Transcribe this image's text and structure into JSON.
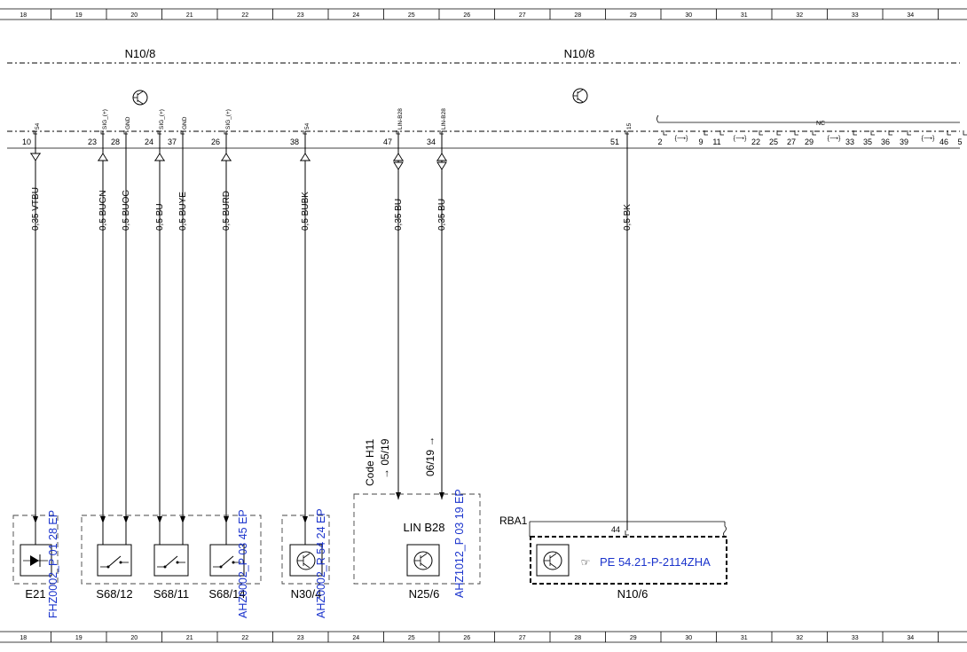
{
  "ruler": [
    "18",
    "19",
    "20",
    "21",
    "22",
    "23",
    "24",
    "25",
    "26",
    "27",
    "28",
    "29",
    "30",
    "31",
    "32",
    "33",
    "34"
  ],
  "headers": {
    "left": "N10/8",
    "right": "N10/8"
  },
  "pins": [
    {
      "num": "10",
      "label": "54",
      "wire": "0,35 VTBU",
      "dir": "out"
    },
    {
      "num": "23",
      "label": "SIG_(+)",
      "wire": "0,5 BUGN",
      "dir": "in"
    },
    {
      "num": "28",
      "label": "GND",
      "wire": "0,5 BUOG",
      "dir": "none"
    },
    {
      "num": "24",
      "label": "SIG_(+)",
      "wire": "0,5 BU",
      "dir": "in"
    },
    {
      "num": "37",
      "label": "GND",
      "wire": "0,5 BUYE",
      "dir": "none"
    },
    {
      "num": "26",
      "label": "SIG_(+)",
      "wire": "0,5 BURD",
      "dir": "in"
    },
    {
      "num": "38",
      "label": "54",
      "wire": "0,5 BUBK",
      "dir": "in"
    },
    {
      "num": "47",
      "label": "LIN-B28",
      "wire": "0,35 BU",
      "dir": "bi"
    },
    {
      "num": "34",
      "label": "LIN-B28",
      "wire": "0,35 BU",
      "dir": "bi"
    },
    {
      "num": "51",
      "label": "15",
      "wire": "0,5 BK",
      "dir": "none"
    }
  ],
  "nc": {
    "label": "NC",
    "pins": [
      "2",
      "9",
      "11",
      "22",
      "25",
      "27",
      "29",
      "33",
      "35",
      "36",
      "39",
      "46",
      "5"
    ]
  },
  "components": [
    {
      "id": "E21",
      "ref": "FHZ0002_P 01 28 EP"
    },
    {
      "id": "S68/12",
      "ref": ""
    },
    {
      "id": "S68/11",
      "ref": ""
    },
    {
      "id": "S68/14",
      "ref": "AHZ0002_P 03 45 EP"
    },
    {
      "id": "N30/4",
      "ref": "AHZ0002_R 54 24 EP"
    },
    {
      "id": "N25/6",
      "ref": "AHZ1012_P 03 19 EP"
    },
    {
      "id": "N10/6",
      "ref": ""
    }
  ],
  "lin_box": {
    "code": "Code H11",
    "ref1": "05/19",
    "ref2": "06/19",
    "label": "LIN B28"
  },
  "rba": {
    "label": "RBA1",
    "pin": "44",
    "link": "PE 54.21-P-2114ZHA"
  }
}
